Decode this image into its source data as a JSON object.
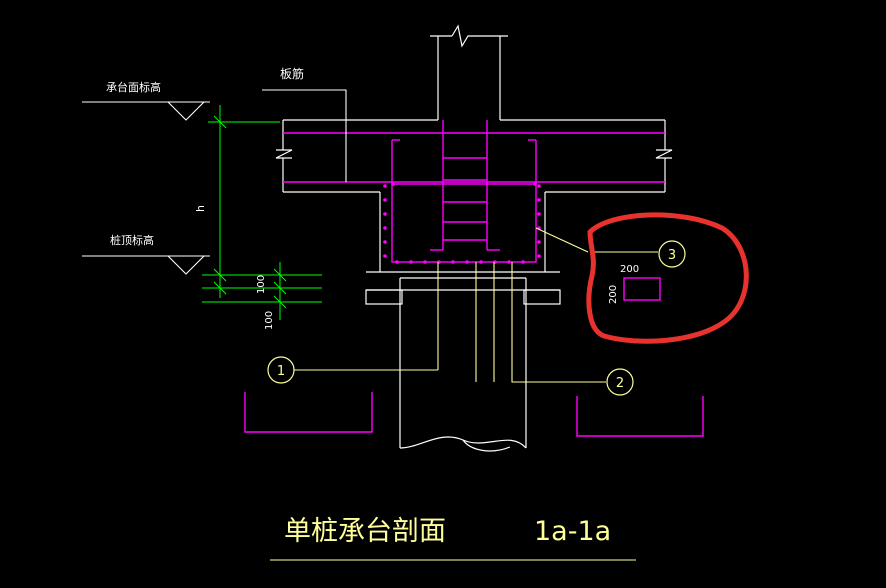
{
  "labels": {
    "cap_top_elevation": "承台面标高",
    "slab_rebar": "板筋",
    "pile_top_elevation": "桩顶标高",
    "height_symbol": "h",
    "dim_100_a": "100",
    "dim_100_b": "100",
    "dim_200_horizontal": "200",
    "dim_200_vertical": "200"
  },
  "callouts": {
    "c1": "1",
    "c2": "2",
    "c3": "3"
  },
  "title": {
    "main": "单桩承台剖面",
    "section": "1a-1a"
  },
  "colors": {
    "background": "#000000",
    "concrete_outline": "#ffffff",
    "rebar": "#ff00ff",
    "dimension": "#00ff00",
    "leader": "#ffff99",
    "title": "#ffff99",
    "markup_circle": "#e8322e"
  }
}
